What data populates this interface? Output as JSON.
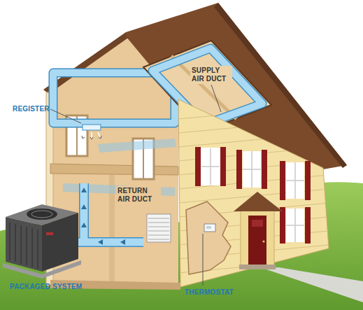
{
  "diagram": {
    "labels": [
      "REGISTER",
      "SUPPLY AIR DUCT",
      "RETURN AIR DUCT",
      "PACKAGED SYSTEM",
      "THERMOSTAT"
    ]
  }
}
